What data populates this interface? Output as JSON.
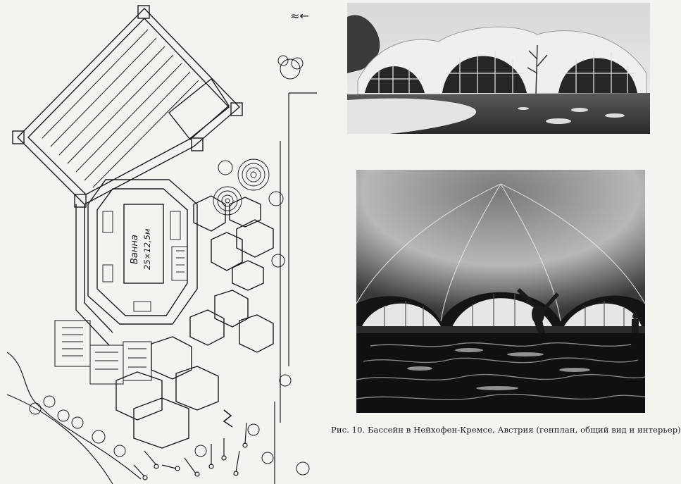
{
  "site_plan": {
    "north_arrow_label": "≈←",
    "pool_label_line1": "Ванна",
    "pool_label_line2": "25×12,5м"
  },
  "caption": "Рис. 10. Бассейн в Нейхофен-Кремсе, Австрия (генплан, общий вид и интерьер)"
}
